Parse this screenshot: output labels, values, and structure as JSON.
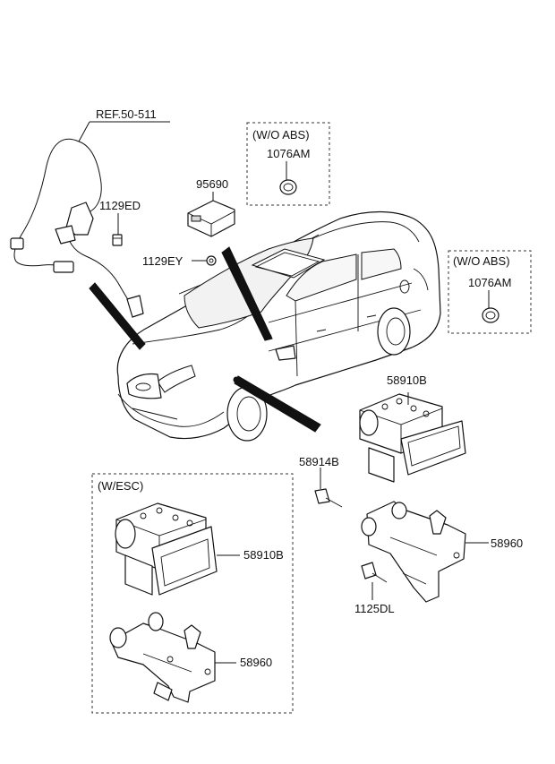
{
  "labels": {
    "ref": "REF.50-511",
    "sensor_bolt": "1129ED",
    "airbag_module": "95690",
    "airbag_bolt": "1129EY",
    "wo_abs_box1_title": "(W/O ABS)",
    "wo_abs_box1_part": "1076AM",
    "wo_abs_box2_title": "(W/O ABS)",
    "wo_abs_box2_part": "1076AM",
    "hecu_main": "58910B",
    "bolt_58914b": "58914B",
    "bracket_main": "58960",
    "bolt_1125dl": "1125DL",
    "esc_box_title": "(W/ESC)",
    "esc_hecu": "58910B",
    "esc_bracket": "58960"
  },
  "icons": [
    "wheel-speed-sensor-icon",
    "bolt-icon",
    "airbag-control-module-icon",
    "nut-icon",
    "grommet-icon",
    "car-sedan-icon",
    "hydraulic-unit-icon",
    "mounting-bracket-icon"
  ]
}
